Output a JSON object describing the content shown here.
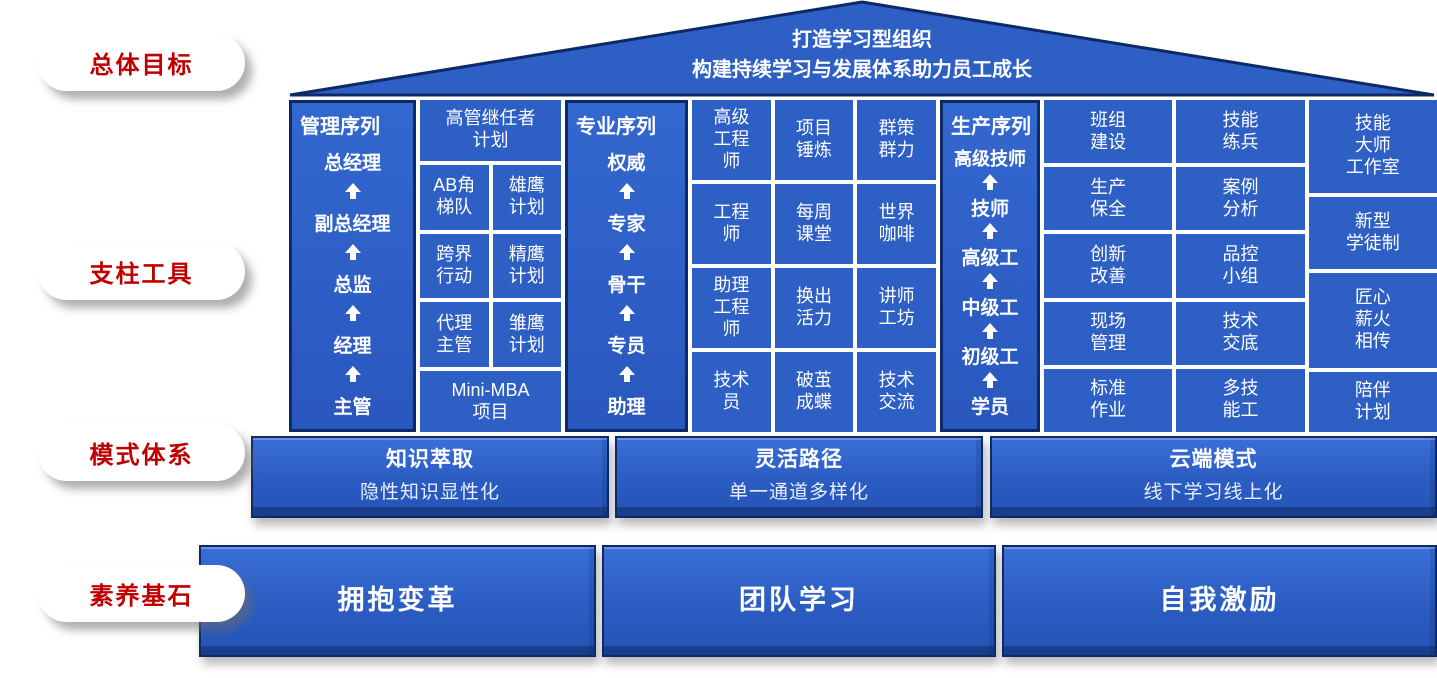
{
  "rows": {
    "goal": "总体目标",
    "tools": "支柱工具",
    "models": "模式体系",
    "foundation": "素养基石"
  },
  "roof": {
    "line1": "打造学习型组织",
    "line2": "构建持续学习与发展体系助力员工成长"
  },
  "management": {
    "title": "管理序列",
    "levels": [
      "总经理",
      "副总经理",
      "总监",
      "经理",
      "主管"
    ]
  },
  "management_programs": {
    "top": "高管继任者\n计划",
    "rows": [
      [
        "AB角\n梯队",
        "雄鹰\n计划"
      ],
      [
        "跨界\n行动",
        "精鹰\n计划"
      ],
      [
        "代理\n主管",
        "雏鹰\n计划"
      ]
    ],
    "bottom": "Mini-MBA\n项目"
  },
  "professional": {
    "title": "专业序列",
    "levels": [
      "权威",
      "专家",
      "骨干",
      "专员",
      "助理"
    ]
  },
  "professional_tools": {
    "rows": [
      [
        "高级\n工程\n师",
        "项目\n锤炼",
        "群策\n群力"
      ],
      [
        "工程\n师",
        "每周\n课堂",
        "世界\n咖啡"
      ],
      [
        "助理\n工程\n师",
        "换出\n活力",
        "讲师\n工坊"
      ],
      [
        "技术\n员",
        "破茧\n成蝶",
        "技术\n交流"
      ]
    ]
  },
  "production": {
    "title": "生产序列",
    "levels": [
      "高级技师",
      "技师",
      "高级工",
      "中级工",
      "初级工",
      "学员"
    ]
  },
  "production_tools": {
    "col1": [
      "班组\n建设",
      "生产\n保全",
      "创新\n改善",
      "现场\n管理",
      "标准\n作业"
    ],
    "col2": [
      "技能\n练兵",
      "案例\n分析",
      "品控\n小组",
      "技术\n交底",
      "多技\n能工"
    ],
    "col3": [
      "技能\n大师\n工作室",
      "新型\n学徒制",
      "匠心\n薪火\n相传",
      "陪伴\n计划"
    ]
  },
  "models": [
    {
      "title": "知识萃取",
      "subtitle": "隐性知识显性化"
    },
    {
      "title": "灵活路径",
      "subtitle": "单一通道多样化"
    },
    {
      "title": "云端模式",
      "subtitle": "线下学习线上化"
    }
  ],
  "foundation": [
    "拥抱变革",
    "团队学习",
    "自我激励"
  ]
}
